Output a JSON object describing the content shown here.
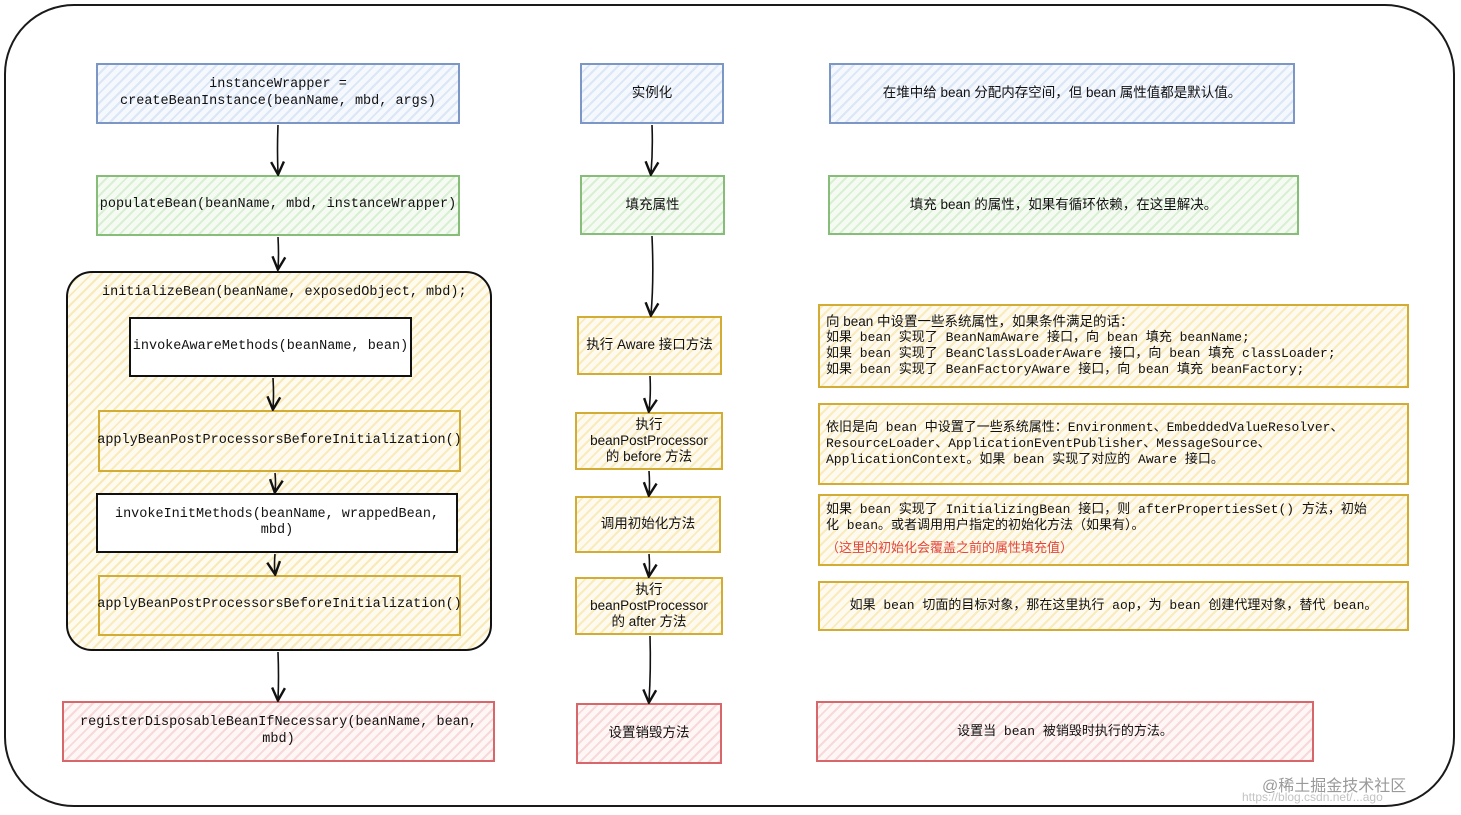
{
  "left": {
    "create": "instanceWrapper =\ncreateBeanInstance(beanName, mbd, args)",
    "populate": "populateBean(beanName, mbd, instanceWrapper)",
    "initialize": "initializeBean(beanName, exposedObject, mbd);",
    "aware": "invokeAwareMethods(beanName, bean)",
    "before": "applyBeanPostProcessorsBeforeInitialization()",
    "init": "invokeInitMethods(beanName, wrappedBean, mbd)",
    "after": "applyBeanPostProcessorsBeforeInitialization()",
    "register": "registerDisposableBeanIfNecessary(beanName, bean, mbd)"
  },
  "middle": {
    "instantiate": "实例化",
    "fill": "填充属性",
    "aware": "执行 Aware 接口方法",
    "before": "执行\nbeanPostProcessor\n的 before 方法",
    "init": "调用初始化方法",
    "after": "执行\nbeanPostProcessor\n的 after 方法",
    "destroy": "设置销毁方法"
  },
  "right": {
    "instantiate": "在堆中给 bean 分配内存空间，但 bean 属性值都是默认值。",
    "fill": "填充 bean 的属性，如果有循环依赖，在这里解决。",
    "aware": [
      "向 bean 中设置一些系统属性，如果条件满足的话：",
      "如果 bean 实现了 BeanNamAware 接口，向 bean 填充 beanName;",
      "如果 bean 实现了 BeanClassLoaderAware 接口，向 bean 填充 classLoader;",
      "如果 bean 实现了 BeanFactoryAware 接口，向 bean 填充 beanFactory;"
    ],
    "before": [
      "依旧是向 bean 中设置了一些系统属性：Environment、EmbeddedValueResolver、",
      "ResourceLoader、ApplicationEventPublisher、MessageSource、",
      "ApplicationContext。如果 bean 实现了对应的 Aware 接口。"
    ],
    "init": [
      "如果 bean 实现了 InitializingBean 接口，则 afterPropertiesSet() 方法，初始",
      "化 bean。或者调用用户指定的初始化方法（如果有）。"
    ],
    "init_note": "（这里的初始化会覆盖之前的属性填充值）",
    "after": "如果 bean 切面的目标对象，那在这里执行 aop，为 bean 创建代理对象，替代 bean。",
    "destroy": "设置当 bean 被销毁时执行的方法。"
  },
  "watermark": {
    "site": "@稀土掘金技术社区",
    "url": "https://blog.csdn.net/...ago"
  }
}
